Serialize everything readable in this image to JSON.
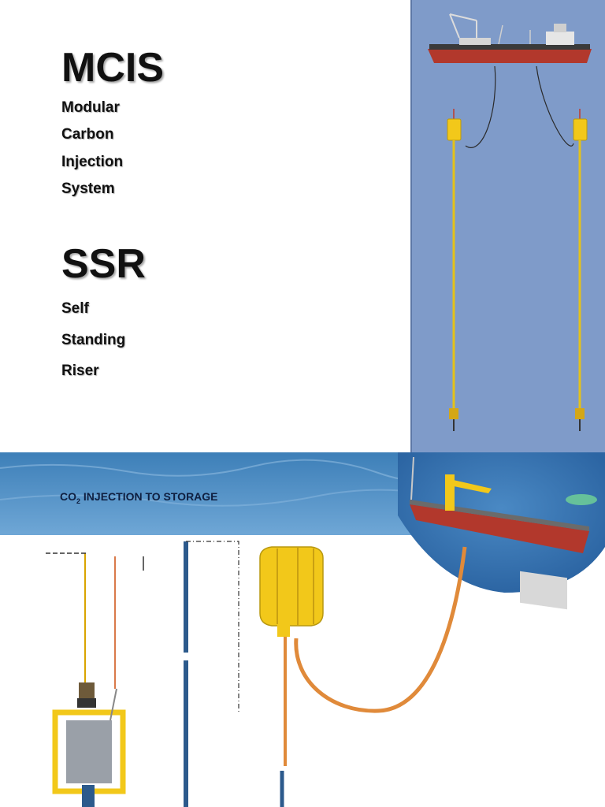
{
  "mcis": {
    "heading": "MCIS",
    "lines": [
      "Modular",
      "Carbon",
      "Injection",
      "System"
    ]
  },
  "ssr": {
    "heading": "SSR",
    "lines": [
      "Self",
      "Standing",
      "Riser"
    ]
  },
  "caption": {
    "prefix": "CO",
    "subscript": "2",
    "suffix": " INJECTION TO STORAGE"
  },
  "colors": {
    "panel_blue": "#7f9bc9",
    "sea_blue": "#2f6fa8",
    "buoy_yellow": "#f2c81a",
    "hull_red": "#b2382c",
    "riser_blue": "#2c5a8c",
    "hose_orange": "#e08a3a"
  },
  "icons": [
    "vessel-icon",
    "buoy-icon",
    "subsea-structure-icon"
  ]
}
